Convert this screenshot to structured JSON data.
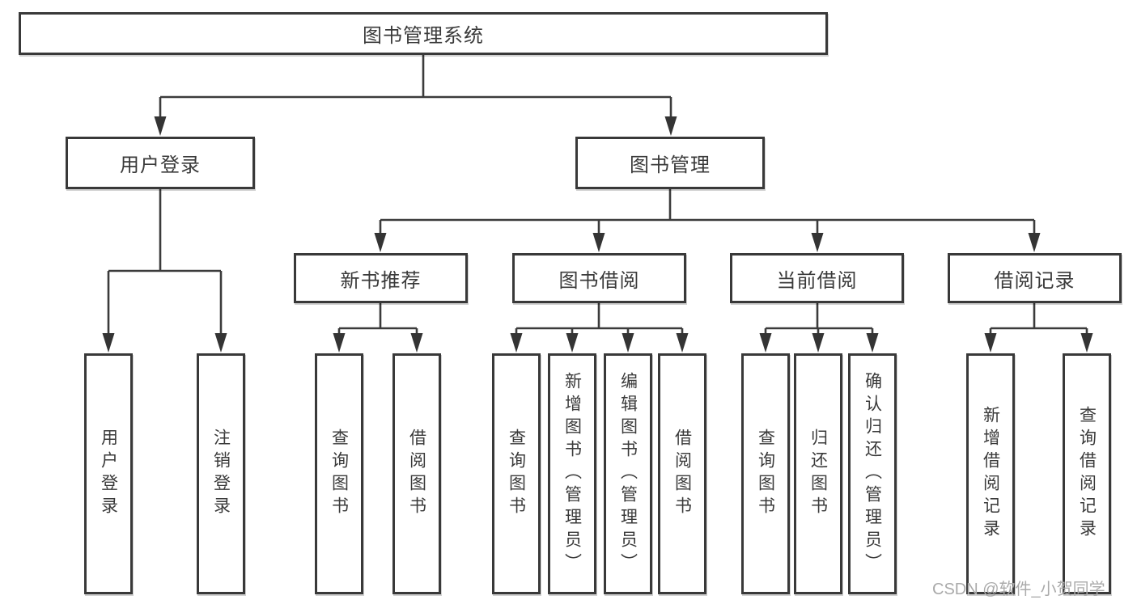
{
  "tree": {
    "root": "图书管理系统",
    "branches": [
      {
        "label": "用户登录",
        "leaves": [
          "用户登录",
          "注销登录"
        ]
      },
      {
        "label": "图书管理",
        "groups": [
          {
            "label": "新书推荐",
            "leaves": [
              "查询图书",
              "借阅图书"
            ]
          },
          {
            "label": "图书借阅",
            "leaves": [
              "查询图书",
              "新增图书（管理员）",
              "编辑图书（管理员）",
              "借阅图书"
            ]
          },
          {
            "label": "当前借阅",
            "leaves": [
              "查询图书",
              "归还图书",
              "确认归还（管理员）"
            ]
          },
          {
            "label": "借阅记录",
            "leaves": [
              "新增借阅记录",
              "查询借阅记录"
            ]
          }
        ]
      }
    ]
  },
  "watermark": "CSDN @软件_小贺同学",
  "colors": {
    "line": "#3b3b3b",
    "box_border": "#393939",
    "text": "#3a3a3a",
    "watermark": "#aaaaaa",
    "background": "#ffffff"
  }
}
